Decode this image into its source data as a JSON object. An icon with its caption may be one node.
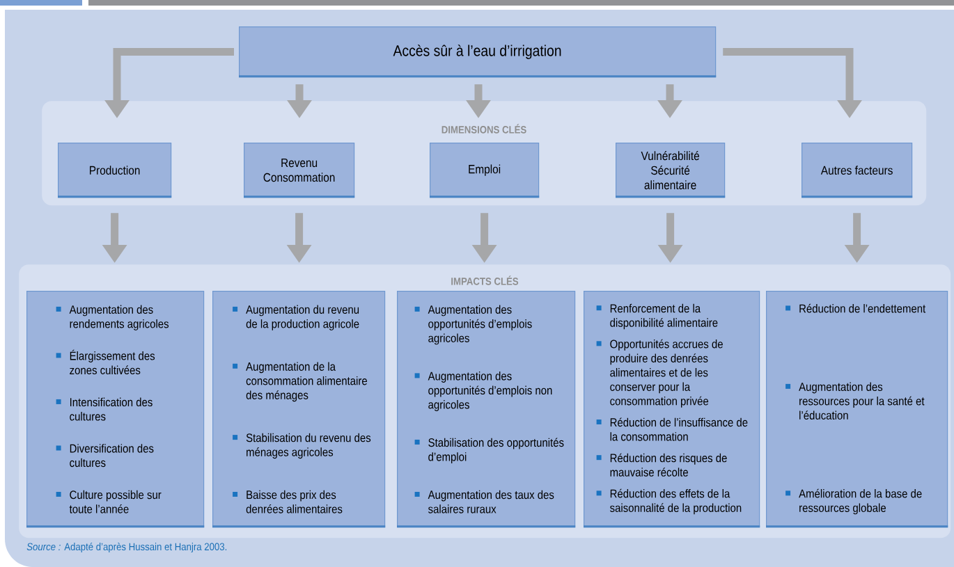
{
  "diagram": {
    "caption": "*Source :* Adapté d’après Hussain et Hanjra 2003.",
    "nodes": [
      {
        "text": [
          "Accès sûr à l’eau d’irrigation"
        ]
      },
      {
        "text": [
          "DIMENSIONS CLÉS"
        ]
      },
      {
        "text": [
          "Production"
        ],
        "in": 1
      },
      {
        "text": [
          "Revenu Consommation"
        ],
        "in": 1
      },
      {
        "text": [
          "Emploi"
        ],
        "in": 1
      },
      {
        "text": [
          "Vulnérabilité Sécurité alimentaire"
        ],
        "in": 1
      },
      {
        "text": [
          "Autres facteurs"
        ],
        "in": 1
      },
      {
        "text": [
          "IMPACTS CLÉS"
        ]
      },
      {
        "text": [
          "Augmentation des rendements agricoles",
          "Élargissement des zones cultivées",
          "Intensification des cultures",
          "Diversification des cultures",
          "Culture possible sur toute l’année"
        ],
        "in": 7
      },
      {
        "text": [
          "Augmentation du revenu de la production agricole",
          "Augmentation de la consommation alimentaire des ménages",
          "Stabilisation du revenu des ménages agricoles",
          "Baisse des prix des denrées alimentaires"
        ],
        "in": 7
      },
      {
        "text": [
          "Augmentation des opportunités d’emplois agricoles",
          "Augmentation des opportunités d’emplois non agricoles",
          "Stabilisation des opportunités d’emploi",
          "Augmentation des taux des salaires ruraux"
        ],
        "in": 7
      },
      {
        "text": [
          "Renforcement de la disponibilité alimentaire",
          "Opportunités accrues de produire des denrées alimentaires et de les conserver pour la consommation privée",
          "Réduction de l’insuffisance de la consommation",
          "Réduction des risques de mauvaise récolte",
          "Réduction des effets de la saisonnalité de la production"
        ],
        "in": 7
      },
      {
        "text": [
          "Réduction de l’endettement",
          "Augmentation des ressources pour la santé et l’éducation",
          "Amélioration de la base de ressources globale"
        ],
        "in": 7
      }
    ],
    "edges": [
      {
        "from": 0,
        "to": 1,
        "arrow": "to"
      },
      {
        "from": 0,
        "to": 1,
        "arrow": "to"
      },
      {
        "from": 0,
        "to": 1,
        "arrow": "to"
      },
      {
        "from": 0,
        "to": 1,
        "arrow": "to"
      },
      {
        "from": 0,
        "to": 1,
        "arrow": "to"
      },
      {
        "from": 2,
        "to": 8,
        "arrow": "to"
      },
      {
        "from": 3,
        "to": 9,
        "arrow": "to"
      },
      {
        "from": 4,
        "to": 10,
        "arrow": "to"
      },
      {
        "from": 5,
        "to": 11,
        "arrow": "to"
      },
      {
        "from": 6,
        "to": 12,
        "arrow": "to"
      }
    ]
  }
}
